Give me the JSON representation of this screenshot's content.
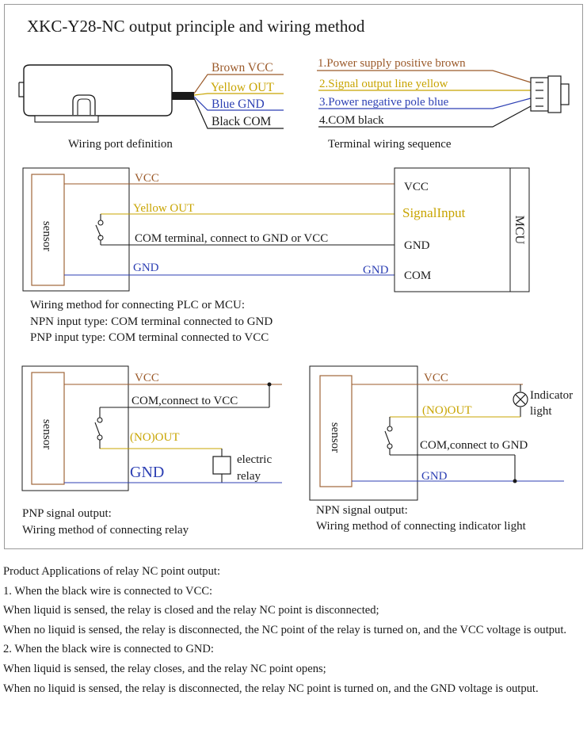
{
  "title": "XKC-Y28-NC output principle and wiring method",
  "colors": {
    "brown": "#9b5a2a",
    "yellow": "#c8a400",
    "blue": "#2c3fb3",
    "black": "#1a1a1a",
    "sensor_box": "#a0663a",
    "frame": "#9a9a9a"
  },
  "top": {
    "port_labels": {
      "brown": "Brown VCC",
      "yellow": "Yellow OUT",
      "blue": "Blue GND",
      "black": "Black COM"
    },
    "port_caption": "Wiring port definition",
    "terminal_lines": {
      "l1": "1.Power supply positive brown",
      "l2": "2.Signal output line yellow",
      "l3": "3.Power negative pole blue",
      "l4": "4.COM  black"
    },
    "terminal_caption": "Terminal wiring sequence"
  },
  "mcu_section": {
    "sensor_label": "sensor",
    "mcu_label": "MCU",
    "wire_vcc": "VCC",
    "wire_out": "Yellow OUT",
    "wire_com": "COM terminal, connect to GND or VCC",
    "wire_gnd": "GND",
    "wire_gnd_right": "GND",
    "mcu_pins": {
      "vcc": "VCC",
      "signal": "SignalInput",
      "gnd": "GND",
      "com": "COM"
    },
    "caption": {
      "l1": "Wiring method for connecting PLC or MCU:",
      "l2": "NPN input type: COM terminal connected to GND",
      "l3": "PNP input type: COM terminal connected to VCC"
    }
  },
  "pnp_section": {
    "sensor_label": "sensor",
    "wire_vcc": "VCC",
    "wire_com": "COM,connect to VCC",
    "wire_out": "(NO)OUT",
    "wire_gnd": "GND",
    "relay_label": {
      "l1": "electric",
      "l2": "relay"
    },
    "caption": {
      "l1": "PNP signal output:",
      "l2": "Wiring method of connecting relay"
    }
  },
  "npn_section": {
    "sensor_label": "sensor",
    "wire_vcc": "VCC",
    "wire_out": "(NO)OUT",
    "wire_com": "COM,connect to GND",
    "wire_gnd": "GND",
    "indicator_label": {
      "l1": "Indicator",
      "l2": "light"
    },
    "caption": {
      "l1": "NPN signal output:",
      "l2": "Wiring method of connecting indicator light"
    }
  },
  "notes": [
    "Product Applications of relay NC point output:",
    "1. When the black wire is connected to VCC:",
    "When liquid is sensed, the relay is closed and the relay NC point is disconnected;",
    "When no liquid is sensed, the relay is disconnected, the NC point of the relay is turned on, and the VCC voltage is output.",
    "2. When the black wire is connected to GND:",
    "When liquid is sensed, the relay closes, and the relay NC point opens;",
    "When no liquid is sensed, the relay is disconnected, the relay NC point is turned on, and the GND voltage is output."
  ]
}
